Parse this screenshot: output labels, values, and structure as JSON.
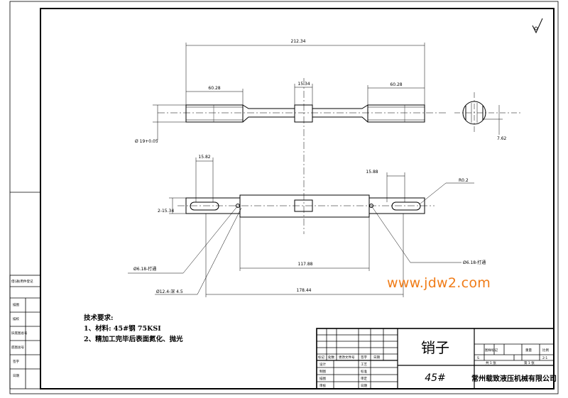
{
  "drawing": {
    "dims": {
      "overall_top": "212.34",
      "left_slot": "60.28",
      "center_width": "15.34",
      "right_slot": "60.28",
      "diameter": "Ø 19+0.05",
      "flat_depth": "7.62",
      "slot_width_left": "15.82",
      "slot_width_right": "15.88",
      "radius": "R0.2",
      "thickness": "2-15.34",
      "hole_left": "Ø6.18-打通",
      "hole_right": "Ø6.18-打通",
      "counterbore": "Ø12.4-深 4.5",
      "middle_length": "117.88",
      "overall_bottom": "178.44"
    }
  },
  "notes": {
    "title": "技术要求:",
    "line1": "1、材料: 45#钢 75KSI",
    "line2": "2、精加工完毕后表面氮化、抛光"
  },
  "watermark": "www.jdw2.com",
  "title_block": {
    "part_name": "销子",
    "material": "45#",
    "company": "常州载致液压机械有限公司",
    "scale": "2:1",
    "sheet_total": "共 1 张",
    "sheet_no": "第 1 张",
    "col_labels": [
      "标记",
      "处数",
      "更改文件号",
      "签字",
      "日期"
    ],
    "row_labels": [
      "设计",
      "制图",
      "描图",
      "审核"
    ],
    "mid_labels": [
      "工艺",
      "标准",
      "审定",
      "日期"
    ],
    "right_headers": [
      "图样标记",
      "重量",
      "比例"
    ],
    "mark_s": "S"
  },
  "side_table": {
    "labels": [
      "借(通)用件登记",
      "描图",
      "描校",
      "旧底图总号",
      "底图总号",
      "签字",
      "日期"
    ]
  },
  "roughness_mark": "√"
}
